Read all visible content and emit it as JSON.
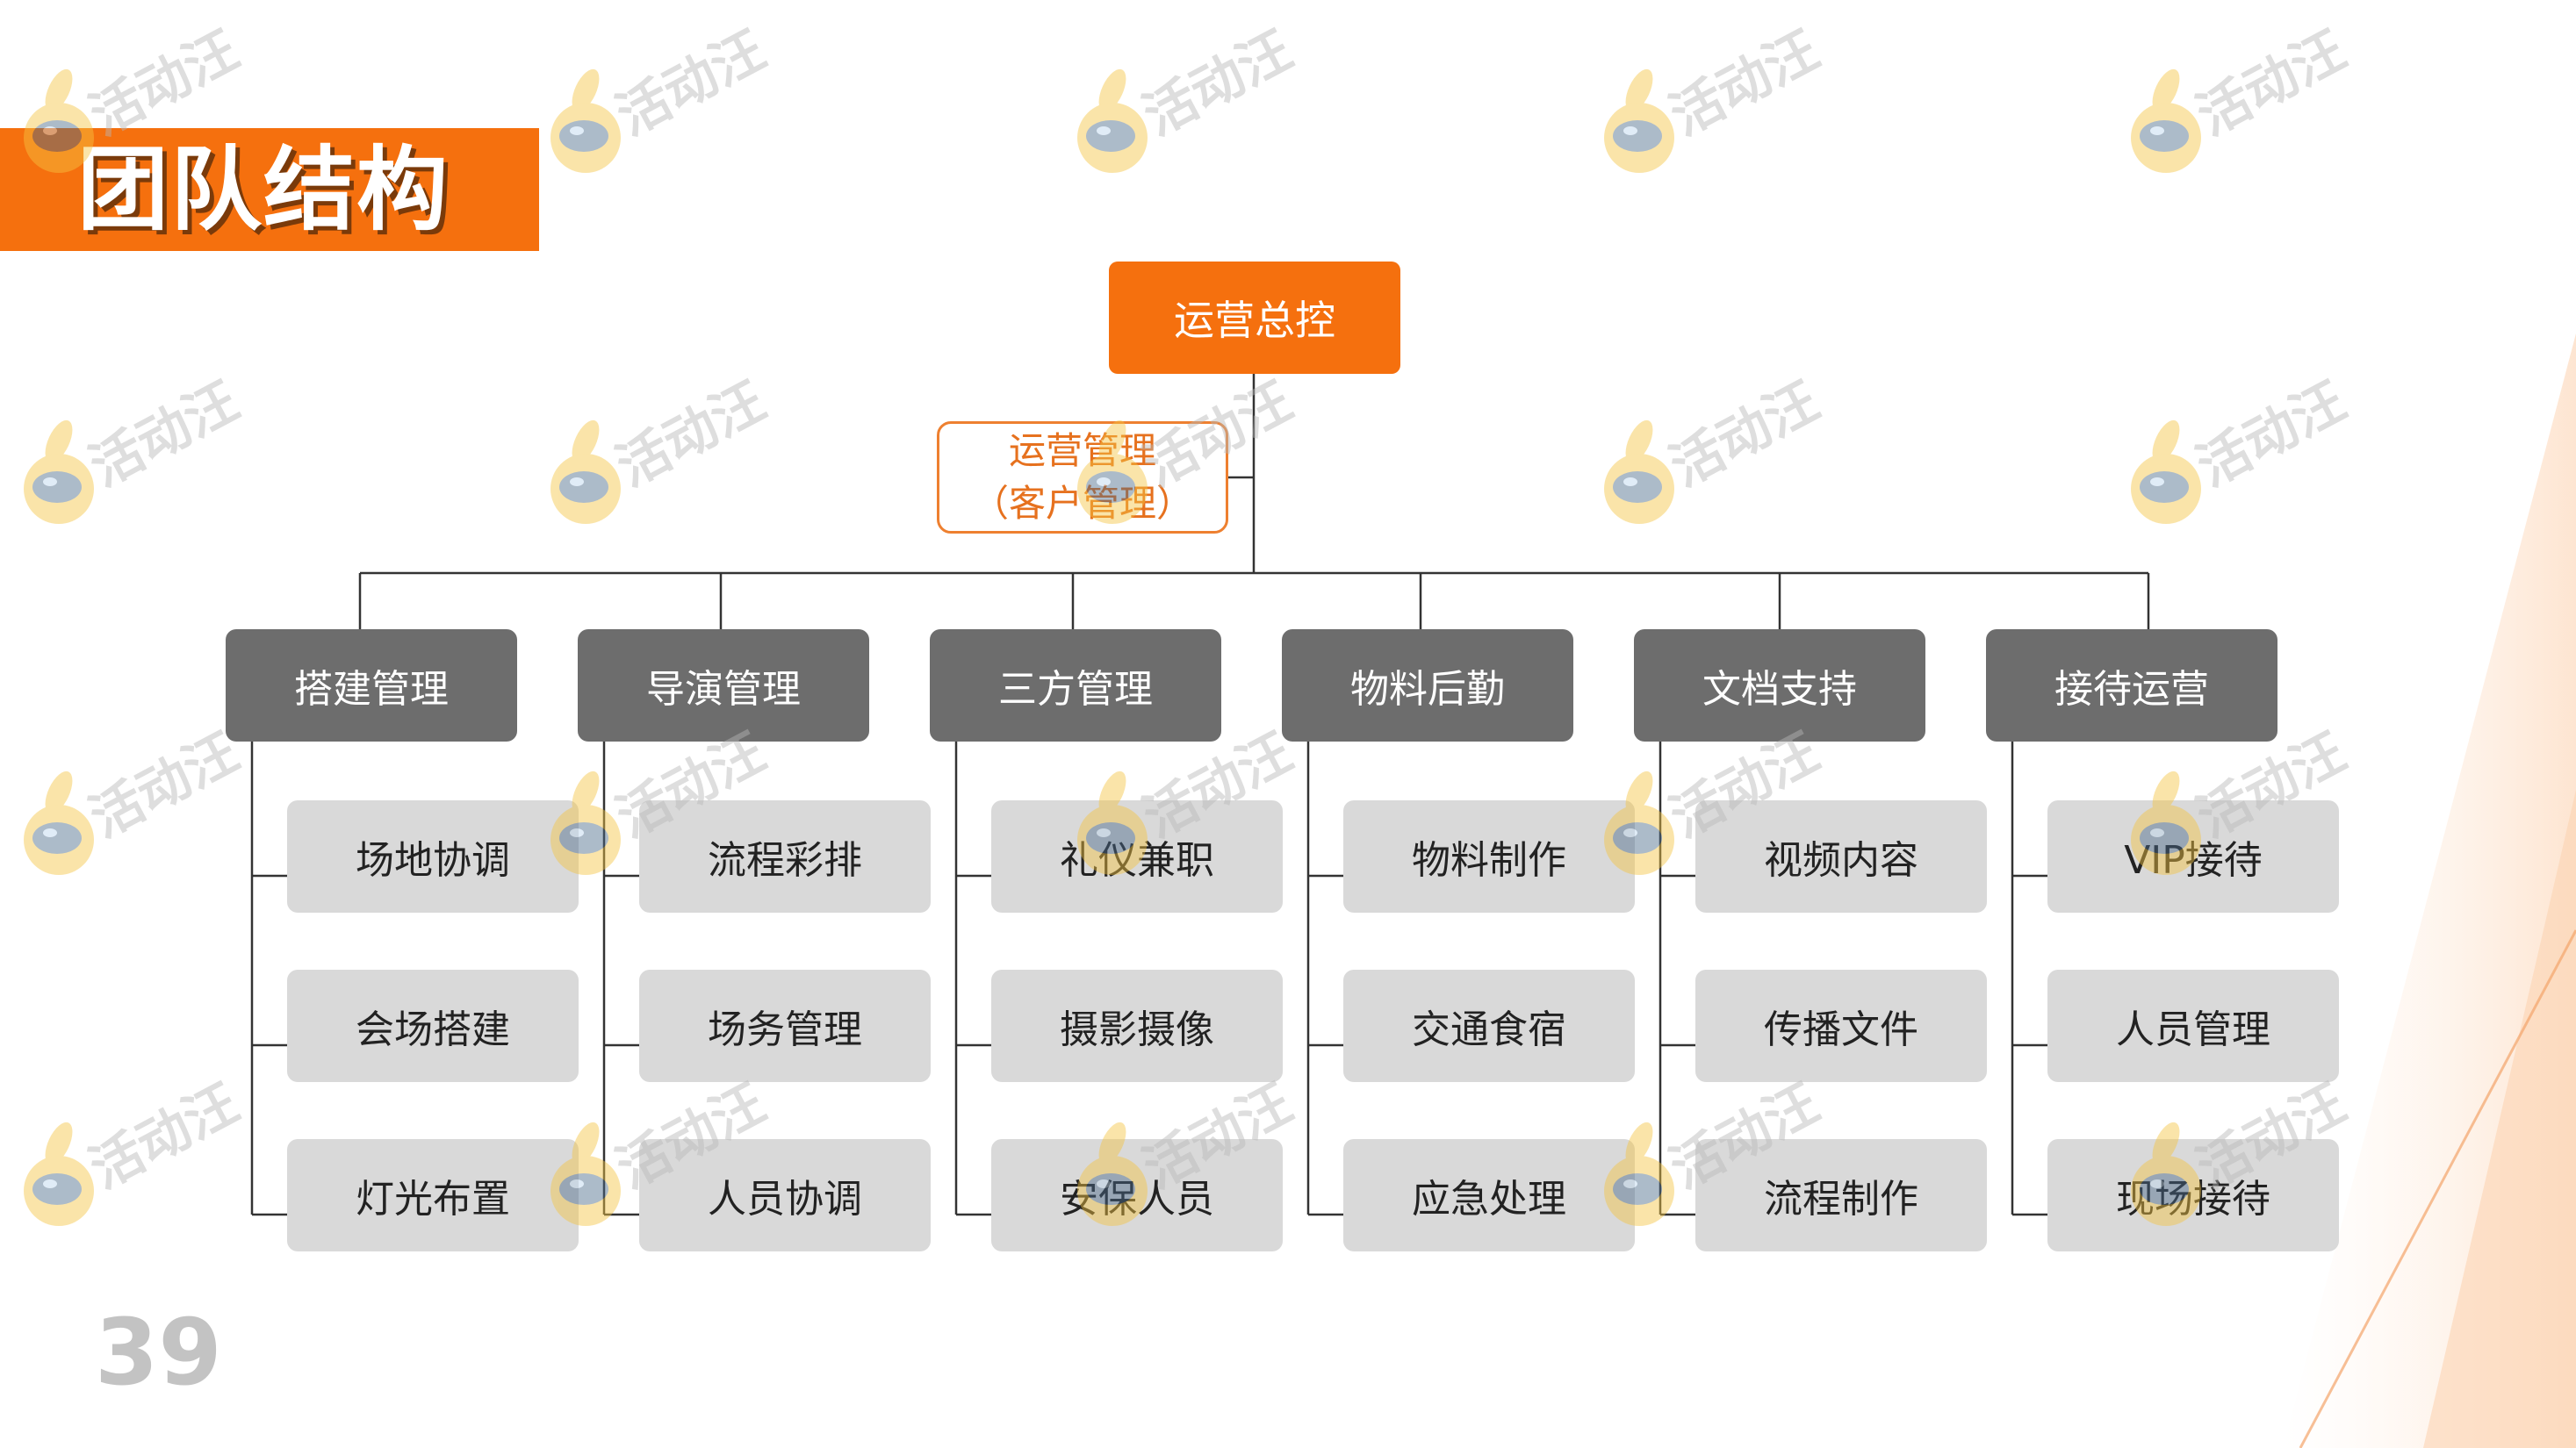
{
  "slide": {
    "title": "团队结构",
    "page_number": "39"
  },
  "watermark_text": "活动汪",
  "org_chart": {
    "root": "运营总控",
    "assistant": [
      "运营管理",
      "（客户管理）"
    ],
    "departments": [
      {
        "name": "搭建管理",
        "items": [
          "场地协调",
          "会场搭建",
          "灯光布置"
        ]
      },
      {
        "name": "导演管理",
        "items": [
          "流程彩排",
          "场务管理",
          "人员协调"
        ]
      },
      {
        "name": "三方管理",
        "items": [
          "礼仪兼职",
          "摄影摄像",
          "安保人员"
        ]
      },
      {
        "name": "物料后勤",
        "items": [
          "物料制作",
          "交通食宿",
          "应急处理"
        ]
      },
      {
        "name": "文档支持",
        "items": [
          "视频内容",
          "传播文件",
          "流程制作"
        ]
      },
      {
        "name": "接待运营",
        "items": [
          "VIP接待",
          "人员管理",
          "现场接待"
        ]
      }
    ]
  },
  "colors": {
    "accent": "#f5700e",
    "department": "#6d6d6d",
    "item": "#d9d9d9",
    "connector": "#333333"
  }
}
